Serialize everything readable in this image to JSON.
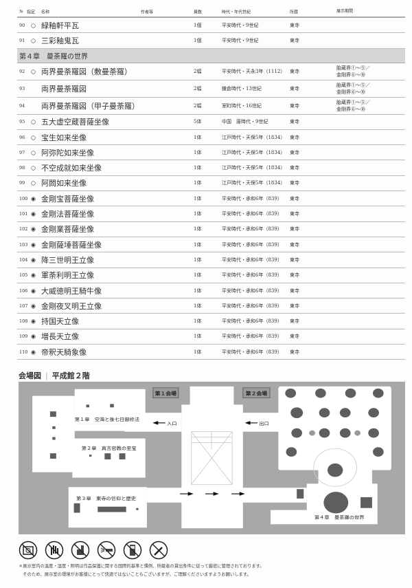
{
  "table": {
    "headers": {
      "no": "№",
      "designation": "指定",
      "name": "名称",
      "author": "作者等",
      "count": "員数",
      "era": "時代・年代世紀",
      "owner": "所蔵",
      "period": "展示期間"
    },
    "rows_before": [
      {
        "no": "90",
        "mark": "○",
        "name": "緑釉軒平瓦",
        "count": "1個",
        "era": "平安時代・9世紀",
        "owner": "東寺",
        "period": ""
      },
      {
        "no": "91",
        "mark": "○",
        "name": "三彩釉鬼瓦",
        "count": "1個",
        "era": "平安時代・9世紀",
        "owner": "東寺",
        "period": ""
      }
    ],
    "chapter": "第４章　曼荼羅の世界",
    "rows_after": [
      {
        "no": "92",
        "mark": "○",
        "name": "両界曼荼羅図（敷曼荼羅）",
        "count": "2幅",
        "era": "平安時代・天永3年（1112）",
        "owner": "東寺",
        "period": "胎蔵界①〜⑤／\n金剛界⑥〜⑩",
        "tall": true
      },
      {
        "no": "93",
        "mark": "",
        "name": "両界曼荼羅図",
        "count": "2幅",
        "era": "鎌倉時代・13世紀",
        "owner": "東寺",
        "period": "胎蔵界①〜⑤／\n金剛界⑥〜⑩",
        "tall": true
      },
      {
        "no": "94",
        "mark": "",
        "name": "両界曼荼羅図（甲子曼荼羅）",
        "count": "2幅",
        "era": "室町時代・16世紀",
        "owner": "東寺",
        "period": "胎蔵界①〜⑤／\n金剛界⑥〜⑩",
        "tall": true
      },
      {
        "no": "95",
        "mark": "○",
        "name": "五大虚空蔵菩薩坐像",
        "count": "5体",
        "era": "中国　唐時代・9世紀",
        "owner": "東寺",
        "period": ""
      },
      {
        "no": "96",
        "mark": "○",
        "name": "宝生如来坐像",
        "count": "1体",
        "era": "江戸時代・天保5年（1834）",
        "owner": "東寺",
        "period": ""
      },
      {
        "no": "97",
        "mark": "○",
        "name": "阿弥陀如来坐像",
        "count": "1体",
        "era": "江戸時代・天保5年（1834）",
        "owner": "東寺",
        "period": ""
      },
      {
        "no": "98",
        "mark": "○",
        "name": "不空成就如来坐像",
        "count": "1体",
        "era": "江戸時代・天保5年（1834）",
        "owner": "東寺",
        "period": ""
      },
      {
        "no": "99",
        "mark": "○",
        "name": "阿閦如来坐像",
        "count": "1体",
        "era": "江戸時代・天保5年（1834）",
        "owner": "東寺",
        "period": ""
      },
      {
        "no": "100",
        "mark": "◉",
        "name": "金剛宝菩薩坐像",
        "count": "1体",
        "era": "平安時代・承和6年（839）",
        "owner": "東寺",
        "period": ""
      },
      {
        "no": "101",
        "mark": "◉",
        "name": "金剛法菩薩坐像",
        "count": "1体",
        "era": "平安時代・承和6年（839）",
        "owner": "東寺",
        "period": ""
      },
      {
        "no": "102",
        "mark": "◉",
        "name": "金剛業菩薩坐像",
        "count": "1体",
        "era": "平安時代・承和6年（839）",
        "owner": "東寺",
        "period": ""
      },
      {
        "no": "103",
        "mark": "◉",
        "name": "金剛薩埵菩薩坐像",
        "count": "1体",
        "era": "平安時代・承和6年（839）",
        "owner": "東寺",
        "period": ""
      },
      {
        "no": "104",
        "mark": "◉",
        "name": "降三世明王立像",
        "count": "1体",
        "era": "平安時代・承和6年（839）",
        "owner": "東寺",
        "period": ""
      },
      {
        "no": "105",
        "mark": "◉",
        "name": "軍荼利明王立像",
        "count": "1体",
        "era": "平安時代・承和6年（839）",
        "owner": "東寺",
        "period": ""
      },
      {
        "no": "106",
        "mark": "◉",
        "name": "大威徳明王騎牛像",
        "count": "1体",
        "era": "平安時代・承和6年（839）",
        "owner": "東寺",
        "period": ""
      },
      {
        "no": "107",
        "mark": "◉",
        "name": "金剛夜叉明王立像",
        "count": "1体",
        "era": "平安時代・承和6年（839）",
        "owner": "東寺",
        "period": ""
      },
      {
        "no": "108",
        "mark": "◉",
        "name": "持国天立像",
        "count": "1体",
        "era": "平安時代・承和6年（839）",
        "owner": "東寺",
        "period": ""
      },
      {
        "no": "109",
        "mark": "◉",
        "name": "増長天立像",
        "count": "1体",
        "era": "平安時代・承和6年（839）",
        "owner": "東寺",
        "period": ""
      },
      {
        "no": "110",
        "mark": "◉",
        "name": "帝釈天騎象像",
        "count": "1体",
        "era": "平安時代・承和6年（839）",
        "owner": "東寺",
        "period": ""
      }
    ]
  },
  "map": {
    "title": "会場図",
    "subtitle": "平成館２階",
    "hall1": "第１会場",
    "hall2": "第２会場",
    "entrance": "入口",
    "exit": "出口",
    "chapter1": "第１章　空海と後七日御修法",
    "chapter2": "第２章　真言密教の至宝",
    "chapter3": "第３章　東寺の信仰と歴史",
    "chapter4": "第４章　曼荼羅の世界"
  },
  "prohibitions": [
    "no-photography",
    "no-touching",
    "no-food-drink",
    "no-flash",
    "no-phone",
    "no-pens"
  ],
  "notes": [
    "＊展示室内の温度・湿度・照明は作品保護に関する国際的基準と慣例、所蔵者の貸出条件に従って厳密に管理されております。",
    "　そのため、展示室の環境がお客様にとって快適ではないこともございますが、ご理解くださいますようお願いします。"
  ],
  "colors": {
    "chapter_band": "#d6d6d6",
    "map_bg": "#a8a8a8",
    "map_dark": "#5e5e5e"
  }
}
